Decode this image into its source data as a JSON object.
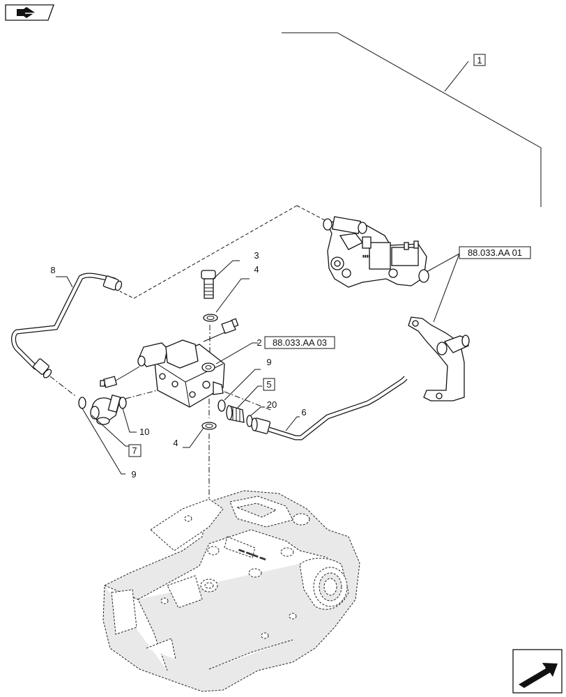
{
  "callouts": {
    "c1": "1",
    "c3": "3",
    "c4a": "4",
    "c2": "2",
    "c8": "8",
    "c9a": "9",
    "c5": "5",
    "c20": "20",
    "c6": "6",
    "c10": "10",
    "c7": "7",
    "c4b": "4",
    "c9b": "9"
  },
  "references": {
    "ref_block": "88.033.AA 03",
    "ref_valve": "88.033.AA 01"
  },
  "icons": {
    "top_left": "view-direction-icon",
    "bottom_right": "next-page-arrow-icon"
  }
}
